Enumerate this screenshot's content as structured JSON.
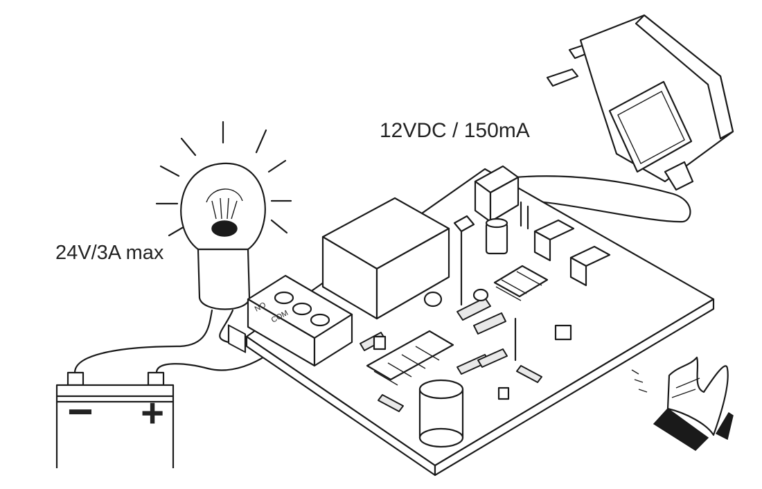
{
  "diagram": {
    "labels": {
      "adapter_rating": "12VDC / 150mA",
      "lamp_rating": "24V/3A max",
      "terminal_no": "NO",
      "terminal_com": "COM"
    },
    "symbols": {
      "battery_negative": "−",
      "battery_positive": "+"
    },
    "colors": {
      "ink": "#1a1a1a",
      "paper": "#ffffff"
    }
  }
}
